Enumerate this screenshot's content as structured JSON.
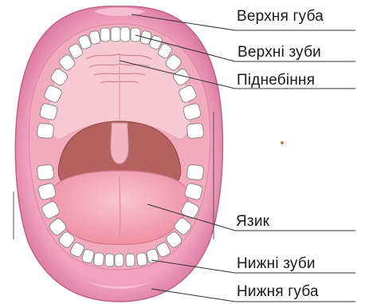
{
  "labels": {
    "upper_lip": "Верхня губа",
    "upper_teeth": "Верхні зуби",
    "palate": "Піднебіння",
    "tongue": "Язик",
    "lower_teeth": "Нижні зуби",
    "lower_lip": "Нижня губа"
  },
  "colors": {
    "lip": "#e98fb0",
    "lip_dark": "#d06e96",
    "gum": "#f2a8bf",
    "palate": "#f6c4cf",
    "throat": "#b9605e",
    "tongue": "#f39aae",
    "teeth": "#ffffff",
    "tooth_outline": "#8a8a8a",
    "leader": "#333333"
  }
}
